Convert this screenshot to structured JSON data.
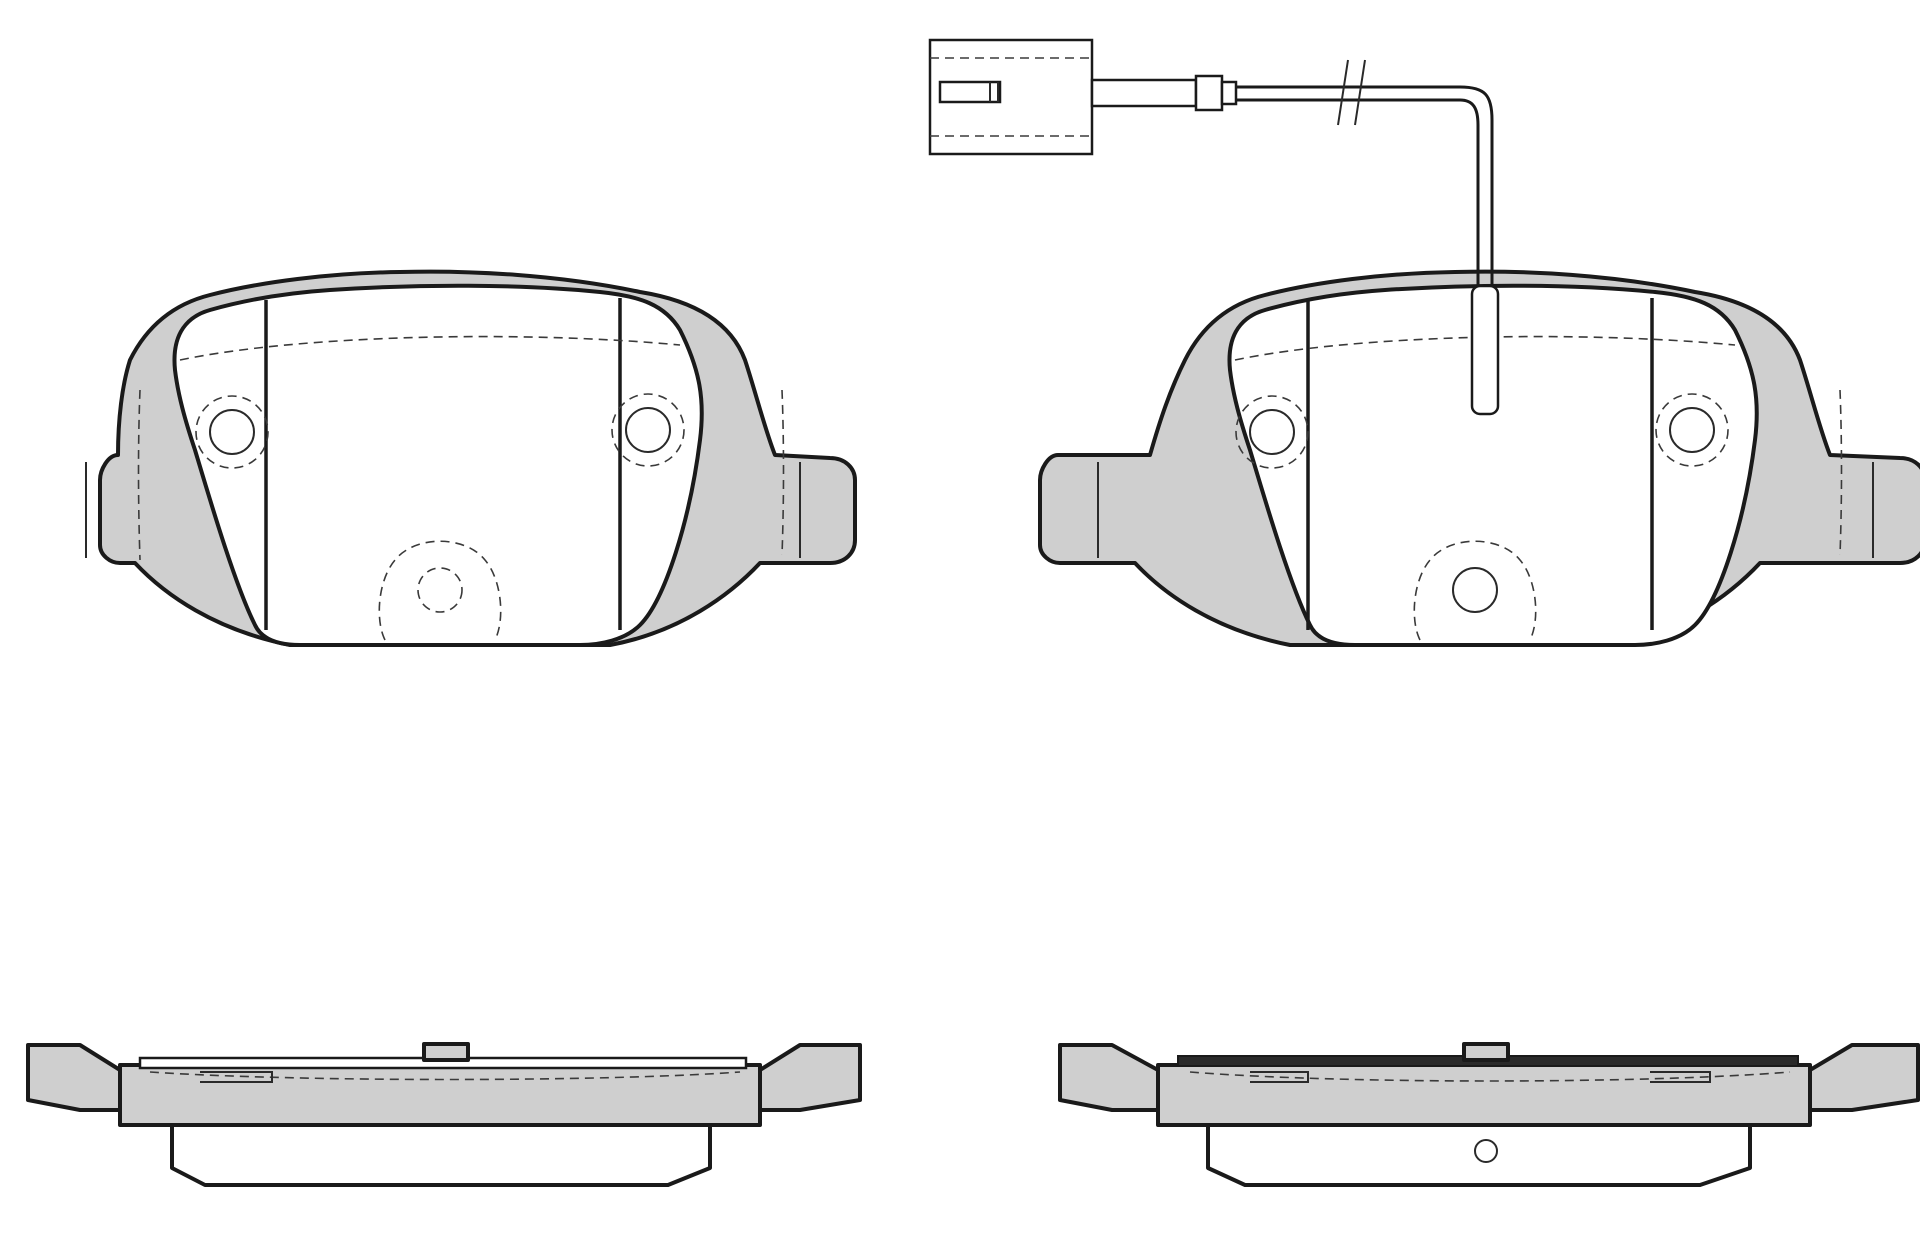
{
  "figure": {
    "subject": "",
    "views": [
      {
        "id": "left-pad-face",
        "has_wear_sensor": false
      },
      {
        "id": "right-pad-face",
        "has_wear_sensor": true
      },
      {
        "id": "left-pad-side",
        "has_wear_sensor": false
      },
      {
        "id": "right-pad-side",
        "has_wear_sensor": true
      }
    ],
    "colors": {
      "backing_plate": "#cfcfcf",
      "friction_lining": "#ffffff",
      "outline": "#1a1a1a",
      "background": "#ffffff"
    }
  }
}
